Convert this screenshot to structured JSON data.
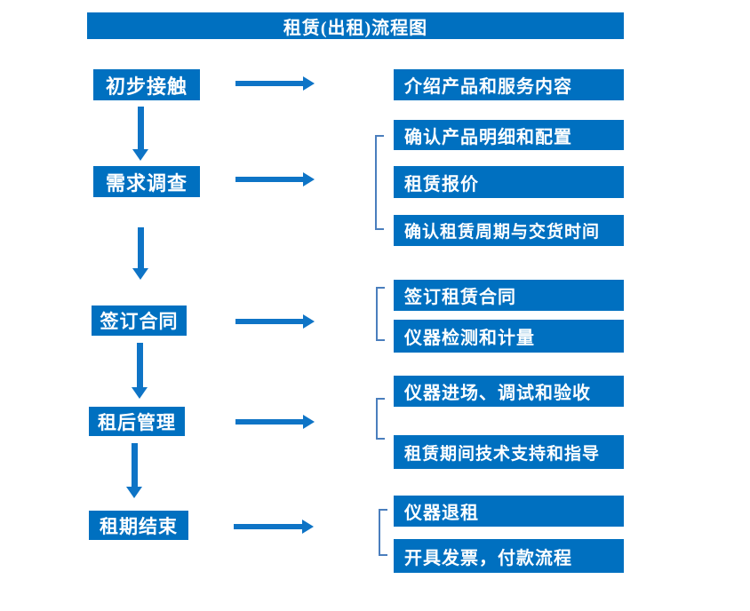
{
  "title": "租赁(出租)流程图",
  "colors": {
    "box": "#0070C0",
    "arrow": "#0E74C6",
    "bracket": "#4A7EBD",
    "text": "#FFFFFF",
    "background": "#FFFFFF"
  },
  "steps": [
    {
      "label": "初步接触",
      "details": [
        "介绍产品和服务内容"
      ]
    },
    {
      "label": "需求调查",
      "details": [
        "确认产品明细和配置",
        "租赁报价",
        "确认租赁周期与交货时间"
      ]
    },
    {
      "label": "签订合同",
      "details": [
        "签订租赁合同",
        "仪器检测和计量"
      ]
    },
    {
      "label": "租后管理",
      "details": [
        "仪器进场、调试和验收",
        "租赁期间技术支持和指导"
      ]
    },
    {
      "label": "租期结束",
      "details": [
        "仪器退租",
        "开具发票，付款流程"
      ]
    }
  ]
}
